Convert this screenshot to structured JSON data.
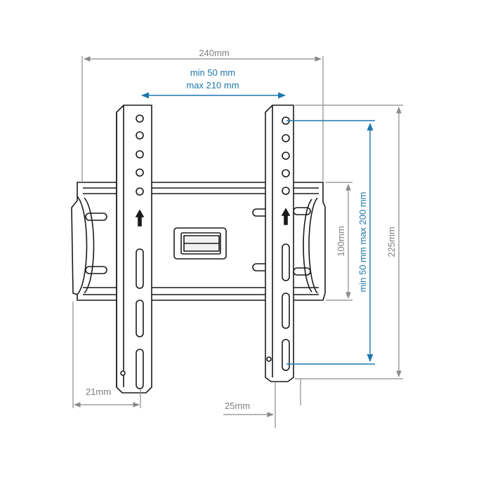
{
  "labels": {
    "overall_width": "240mm",
    "vesa_h_min": "min 50 mm",
    "vesa_h_max": "max 210 mm",
    "vesa_v": "min 50 mm max 200 mm",
    "wall_plate_height": "100mm",
    "overall_height": "225mm",
    "rail_width": "21mm",
    "depth": "25mm"
  },
  "colors": {
    "outline": "#1a1a1a",
    "dimension_gray": "#8a8a8a",
    "dimension_blue": "#1d77ad",
    "background": "#ffffff"
  }
}
